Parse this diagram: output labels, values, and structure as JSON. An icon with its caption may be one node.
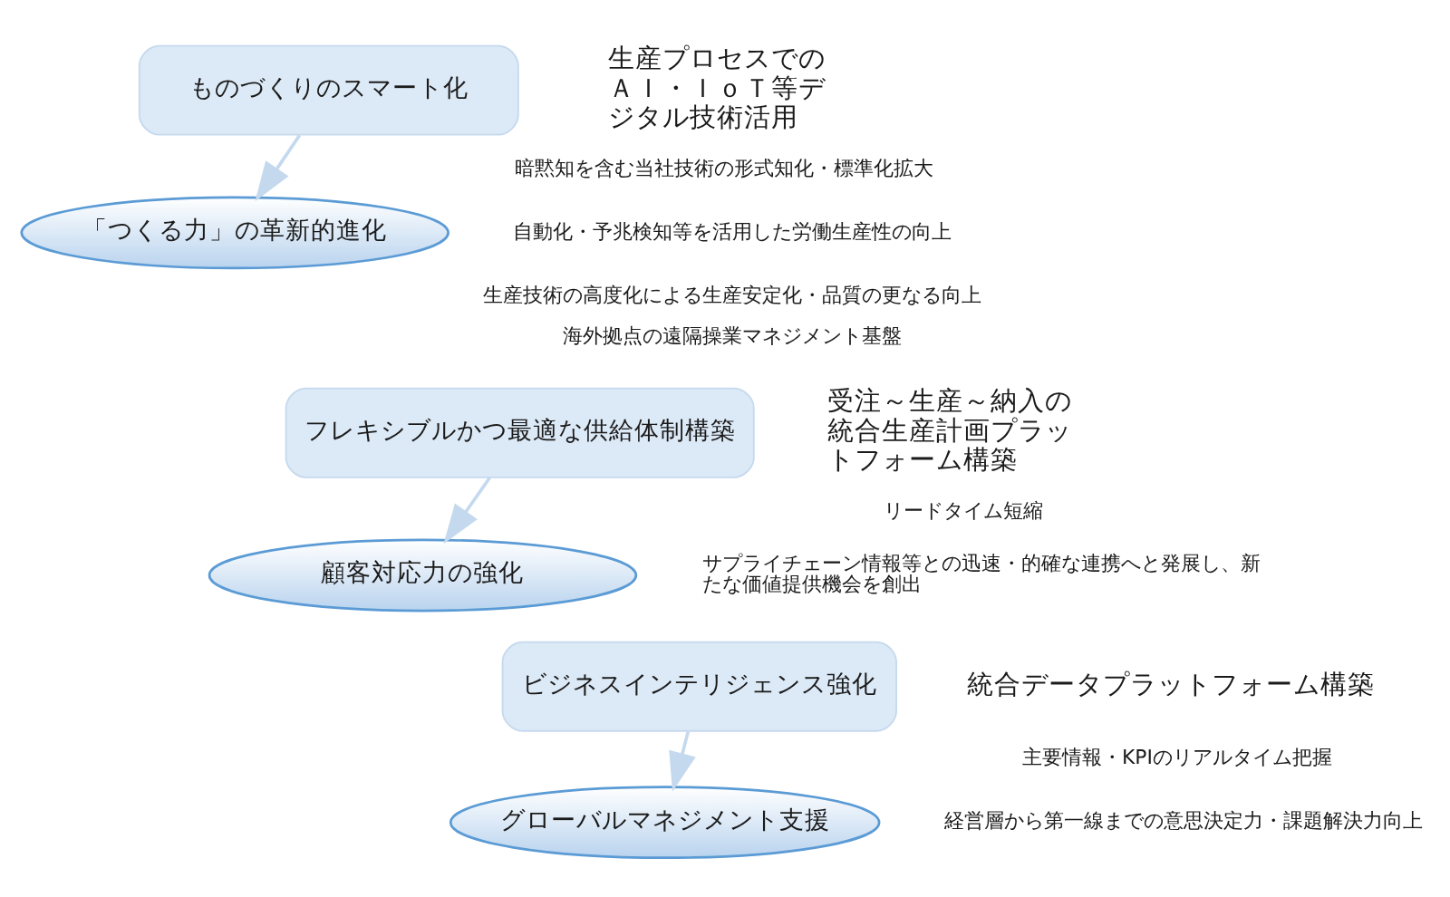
{
  "diagram": {
    "nodes": [
      {
        "text": [
          "ものづくりのスマート化"
        ]
      },
      {
        "text": [
          "「つくる力」の革新的進化"
        ]
      },
      {
        "text": [
          "フレキシブルかつ最適な供給体制構築"
        ]
      },
      {
        "text": [
          "顧客対応力の強化"
        ]
      },
      {
        "text": [
          "ビジネスインテリジェンス強化"
        ]
      },
      {
        "text": [
          "グローバルマネジメント支援"
        ]
      }
    ],
    "edges": [
      {
        "from": 0,
        "to": 1,
        "arrow": "to"
      },
      {
        "from": 2,
        "to": 3,
        "arrow": "to"
      },
      {
        "from": 4,
        "to": 5,
        "arrow": "to"
      }
    ],
    "labels": [
      "生産プロセスでのＡＩ・ＩｏＴ等デジタル技術活用",
      "暗黙知を含む当社技術の形式知化・標準化拡大",
      "自動化・予兆検知等を活用した労働生産性の向上",
      "生産技術の高度化による生産安定化・品質の更なる向上",
      "海外拠点の遠隔操業マネジメント基盤",
      "受注～生産～納入の統合生産計画プラットフォーム構築",
      "リードタイム短縮",
      "サプライチェーン情報等との迅速・的確な連携へと発展し、新たな価値提供機会を創出",
      "統合データプラットフォーム構築",
      "主要情報・KPIのリアルタイム把握",
      "経営層から第一線までの意思決定力・課題解決力向上"
    ]
  }
}
